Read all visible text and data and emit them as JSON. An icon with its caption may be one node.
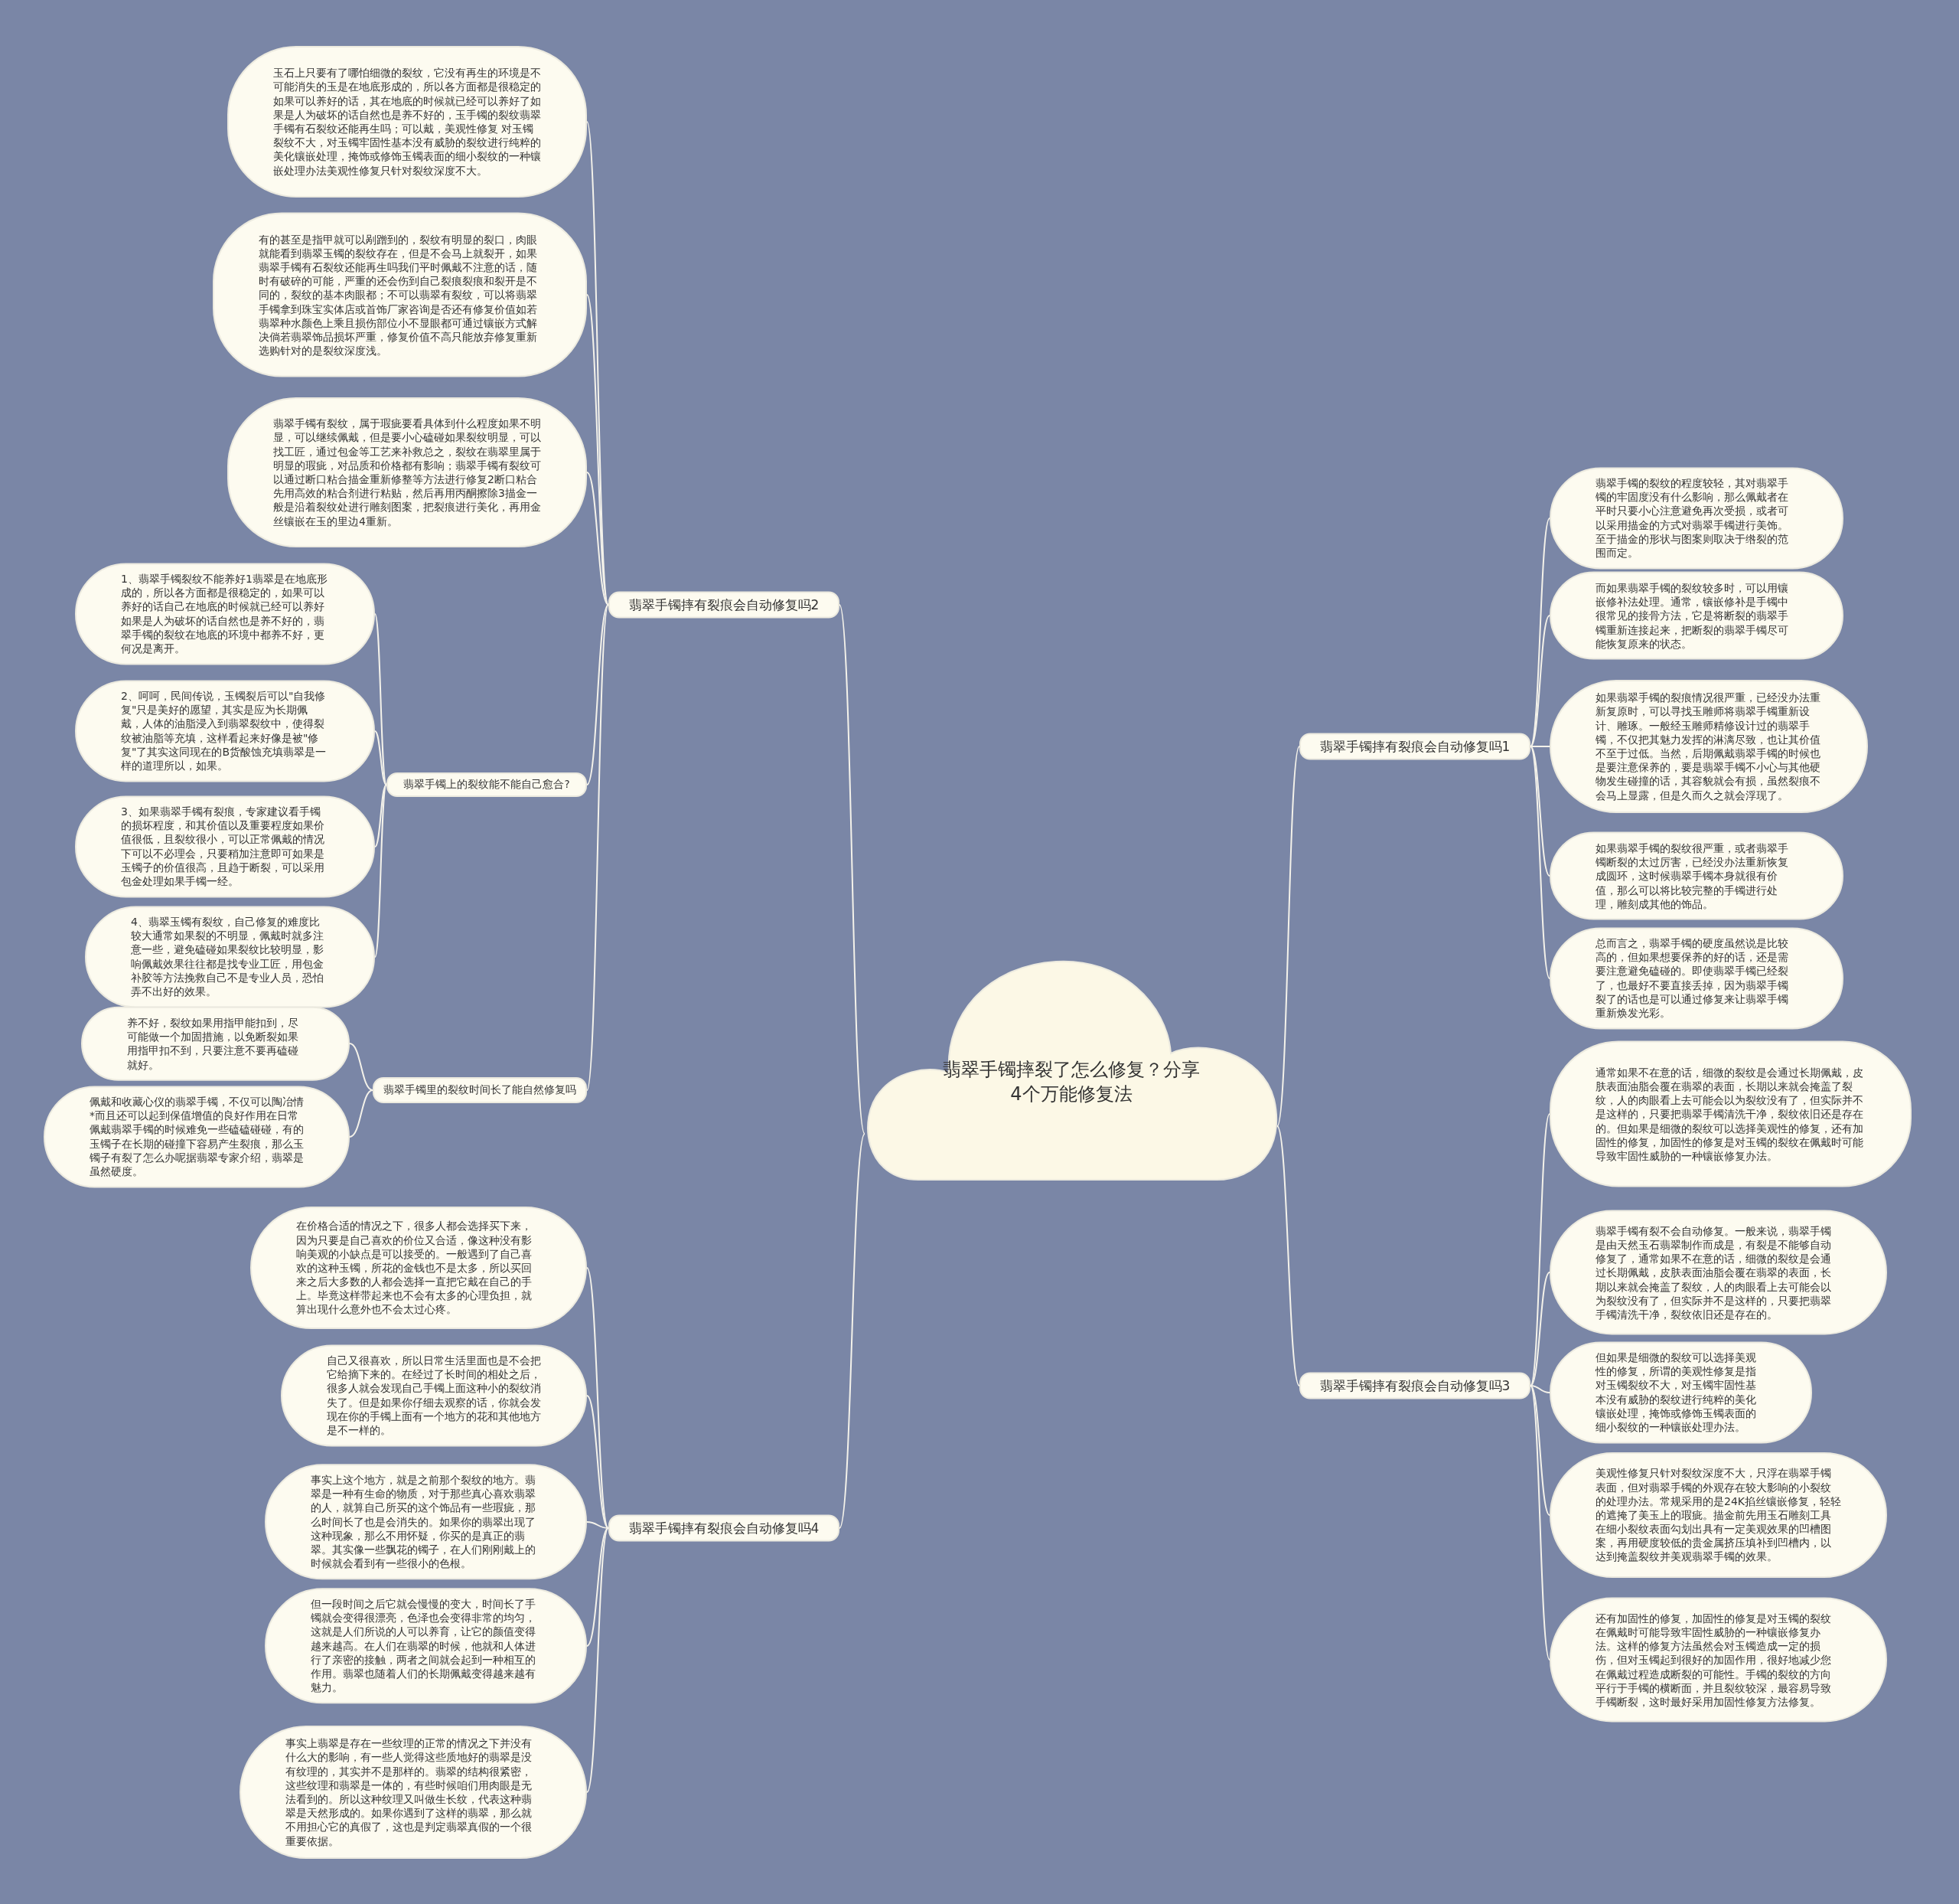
{
  "diagram": {
    "nodes": [
      {
        "text": [
          "翡翠手镯摔裂了怎么修复？分享4个万能修复法"
        ]
      },
      {
        "text": [
          "翡翠手镯摔有裂痕会自动修复吗2"
        ]
      },
      {
        "text": [
          "玉石上只要有了哪怕细微的裂纹，它没有再生的环境是不可能消失的玉是在地底形成的，所以各方面都是很稳定的如果可以养好的话，其在地底的时候就已经可以养好了如果是人为破坏的话自然也是养不好的，玉手镯的裂纹翡翠手镯有石裂纹还能再生吗；可以戴，美观性修复 对玉镯裂纹不大，对玉镯牢固性基本没有威胁的裂纹进行纯粹的美化镶嵌处理，掩饰或修饰玉镯表面的细小裂纹的一种镶嵌处理办法美观性修复只针对裂纹深度不大。"
        ]
      },
      {
        "text": [
          "有的甚至是指甲就可以剐蹭到的，裂纹有明显的裂口，肉眼就能看到翡翠玉镯的裂纹存在，但是不会马上就裂开，如果翡翠手镯有石裂纹还能再生吗我们平时佩戴不注意的话，随时有破碎的可能，严重的还会伤到自己裂痕裂痕和裂开是不同的，裂纹的基本肉眼都；不可以翡翠有裂纹，可以将翡翠手镯拿到珠宝实体店或首饰厂家咨询是否还有修复价值如若翡翠种水颜色上乘且损伤部位小不显眼都可通过镶嵌方式解决倘若翡翠饰品损坏严重，修复价值不高只能放弃修复重新选购针对的是裂纹深度浅。"
        ]
      },
      {
        "text": [
          "翡翠手镯有裂纹，属于瑕疵要看具体到什么程度如果不明显，可以继续佩戴，但是要小心磕碰如果裂纹明显，可以找工匠，通过包金等工艺来补救总之，裂纹在翡翠里属于明显的瑕疵，对品质和价格都有影响；翡翠手镯有裂纹可以通过断口粘合描金重新修整等方法进行修复2断口粘合先用高效的粘合剂进行粘贴，然后再用丙酮擦除3描金一般是沿着裂纹处进行雕刻图案，把裂痕进行美化，再用金丝镶嵌在玉的里边4重新。"
        ]
      },
      {
        "text": [
          "翡翠手镯上的裂纹能不能自己愈合?"
        ]
      },
      {
        "text": [
          "1、翡翠手镯裂纹不能养好1翡翠是在地底形成的，所以各方面都是很稳定的，如果可以养好的话自己在地底的时候就已经可以养好如果是人为破坏的话自然也是养不好的，翡翠手镯的裂纹在地底的环境中都养不好，更何况是离开。"
        ]
      },
      {
        "text": [
          "2、呵呵，民间传说，玉镯裂后可以\"自我修复\"只是美好的愿望，其实是应为长期佩戴，人体的油脂浸入到翡翠裂纹中，使得裂纹被油脂等充填，这样看起来好像是被\"修复\"了其实这同现在的B货酸蚀充填翡翠是一样的道理所以，如果。"
        ]
      },
      {
        "text": [
          "3、如果翡翠手镯有裂痕，专家建议看手镯的损坏程度，和其价值以及重要程度如果价值很低，且裂纹很小，可以正常佩戴的情况下可以不必理会，只要稍加注意即可如果是玉镯子的价值很高，且趋于断裂，可以采用包金处理如果手镯一经。"
        ]
      },
      {
        "text": [
          "4、翡翠玉镯有裂纹，自己修复的难度比较大通常如果裂的不明显，佩戴时就多注意一些，避免磕碰如果裂纹比较明显，影响佩戴效果往往都是找专业工匠，用包金补胶等方法挽救自己不是专业人员，恐怕弄不出好的效果。"
        ]
      },
      {
        "text": [
          "翡翠手镯里的裂纹时间长了能自然修复吗"
        ]
      },
      {
        "text": [
          "养不好，裂纹如果用指甲能扣到，尽可能做一个加固措施，以免断裂如果用指甲扣不到，只要注意不要再磕碰就好。"
        ]
      },
      {
        "text": [
          "佩戴和收藏心仪的翡翠手镯，不仅可以陶冶情*而且还可以起到保值增值的良好作用在日常佩戴翡翠手镯的时候难免一些磕磕碰碰，有的玉镯子在长期的碰撞下容易产生裂痕，那么玉镯子有裂了怎么办呢据翡翠专家介绍，翡翠是虽然硬度。"
        ]
      },
      {
        "text": [
          "翡翠手镯摔有裂痕会自动修复吗4"
        ]
      },
      {
        "text": [
          "在价格合适的情况之下，很多人都会选择买下来，因为只要是自己喜欢的价位又合适，像这种没有影响美观的小缺点是可以接受的。一般遇到了自己喜欢的这种玉镯，所花的金钱也不是太多，所以买回来之后大多数的人都会选择一直把它戴在自己的手上。毕竟这样带起来也不会有太多的心理负担，就算出现什么意外也不会太过心疼。"
        ]
      },
      {
        "text": [
          "自己又很喜欢，所以日常生活里面也是不会把它给摘下来的。在经过了长时间的相处之后，很多人就会发现自己手镯上面这种小的裂纹消失了。但是如果你仔细去观察的话，你就会发现在你的手镯上面有一个地方的花和其他地方是不一样的。"
        ]
      },
      {
        "text": [
          "事实上这个地方，就是之前那个裂纹的地方。翡翠是一种有生命的物质，对于那些真心喜欢翡翠的人，就算自己所买的这个饰品有一些瑕疵，那么时间长了也是会消失的。如果你的翡翠出现了这种现象，那么不用怀疑，你买的是真正的翡翠。其实像一些飘花的镯子，在人们刚刚戴上的时候就会看到有一些很小的色根。"
        ]
      },
      {
        "text": [
          "但一段时间之后它就会慢慢的变大，时间长了手镯就会变得很漂亮，色泽也会变得非常的均匀，这就是人们所说的人可以养育，让它的颜值变得越来越高。在人们在翡翠的时候，他就和人体进行了亲密的接触，两者之间就会起到一种相互的作用。翡翠也随着人们的长期佩戴变得越来越有魅力。"
        ]
      },
      {
        "text": [
          "事实上翡翠是存在一些纹理的正常的情况之下并没有什么大的影响，有一些人觉得这些质地好的翡翠是没有纹理的，其实并不是那样的。翡翠的结构很紧密，这些纹理和翡翠是一体的，有些时候咱们用肉眼是无法看到的。所以这种纹理又叫做生长纹，代表这种翡翠是天然形成的。如果你遇到了这样的翡翠，那么就不用担心它的真假了，这也是判定翡翠真假的一个很重要依据。"
        ]
      },
      {
        "text": [
          "翡翠手镯摔有裂痕会自动修复吗1"
        ]
      },
      {
        "text": [
          "翡翠手镯的裂纹的程度较轻，其对翡翠手镯的牢固度没有什么影响，那么佩戴者在平时只要小心注意避免再次受损，或者可以采用描金的方式对翡翠手镯进行美饰。至于描金的形状与图案则取决于绺裂的范围而定。"
        ]
      },
      {
        "text": [
          "而如果翡翠手镯的裂纹较多时，可以用镶嵌修补法处理。通常，镶嵌修补是手镯中很常见的接骨方法，它是将断裂的翡翠手镯重新连接起来，把断裂的翡翠手镯尽可能恢复原来的状态。"
        ]
      },
      {
        "text": [
          "如果翡翠手镯的裂痕情况很严重，已经没办法重新复原时，可以寻找玉雕师将翡翠手镯重新设计、雕琢。一般经玉雕师精修设计过的翡翠手镯，不仅把其魅力发挥的淋漓尽致，也让其价值不至于过低。当然，后期佩戴翡翠手镯的时候也是要注意保养的，要是翡翠手镯不小心与其他硬物发生碰撞的话，其容貌就会有损，虽然裂痕不会马上显露，但是久而久之就会浮现了。"
        ]
      },
      {
        "text": [
          "如果翡翠手镯的裂纹很严重，或者翡翠手镯断裂的太过厉害，已经没办法重新恢复成圆环，这时候翡翠手镯本身就很有价值，那么可以将比较完整的手镯进行处理，雕刻成其他的饰品。"
        ]
      },
      {
        "text": [
          "总而言之，翡翠手镯的硬度虽然说是比较高的，但如果想要保养的好的话，还是需要注意避免磕碰的。即使翡翠手镯已经裂了，也最好不要直接丢掉，因为翡翠手镯裂了的话也是可以通过修复来让翡翠手镯重新焕发光彩。"
        ]
      },
      {
        "text": [
          "翡翠手镯摔有裂痕会自动修复吗3"
        ]
      },
      {
        "text": [
          "通常如果不在意的话，细微的裂纹是会通过长期佩戴，皮肤表面油脂会覆在翡翠的表面，长期以来就会掩盖了裂纹，人的肉眼看上去可能会以为裂纹没有了，但实际并不是这样的，只要把翡翠手镯清洗干净，裂纹依旧还是存在的。但如果是细微的裂纹可以选择美观性的修复，还有加固性的修复，加固性的修复是对玉镯的裂纹在佩戴时可能导致牢固性威胁的一种镶嵌修复办法。"
        ]
      },
      {
        "text": [
          "翡翠手镯有裂不会自动修复。一般来说，翡翠手镯是由天然玉石翡翠制作而成是，有裂是不能够自动修复了，通常如果不在意的话，细微的裂纹是会通过长期佩戴，皮肤表面油脂会覆在翡翠的表面，长期以来就会掩盖了裂纹，人的肉眼看上去可能会以为裂纹没有了，但实际并不是这样的，只要把翡翠手镯清洗干净，裂纹依旧还是存在的。"
        ]
      },
      {
        "text": [
          "但如果是细微的裂纹可以选择美观性的修复，所谓的美观性修复是指对玉镯裂纹不大，对玉镯牢固性基本没有威胁的裂纹进行纯粹的美化镶嵌处理，掩饰或修饰玉镯表面的细小裂纹的一种镶嵌处理办法。"
        ]
      },
      {
        "text": [
          "美观性修复只针对裂纹深度不大，只浮在翡翠手镯表面，但对翡翠手镯的外观存在较大影响的小裂纹的处理办法。常规采用的是24K掐丝镶嵌修复，轻轻的遮掩了美玉上的瑕疵。描金前先用玉石雕刻工具在细小裂纹表面勾划出具有一定美观效果的凹槽图案，再用硬度较低的贵金属挤压填补到凹槽内，以达到掩盖裂纹并美观翡翠手镯的效果。"
        ]
      },
      {
        "text": [
          "还有加固性的修复，加固性的修复是对玉镯的裂纹在佩戴时可能导致牢固性威胁的一种镶嵌修复办法。这样的修复方法虽然会对玉镯造成一定的损伤，但对玉镯起到很好的加固作用，很好地减少您在佩戴过程造成断裂的可能性。手镯的裂纹的方向平行于手镯的横断面，并且裂纹较深，最容易导致手镯断裂，这时最好采用加固性修复方法修复。"
        ]
      }
    ],
    "edges": [
      {
        "from": 0,
        "to": 1,
        "arrow": "none"
      },
      {
        "from": 1,
        "to": 2,
        "arrow": "none"
      },
      {
        "from": 1,
        "to": 3,
        "arrow": "none"
      },
      {
        "from": 1,
        "to": 4,
        "arrow": "none"
      },
      {
        "from": 1,
        "to": 5,
        "arrow": "none"
      },
      {
        "from": 5,
        "to": 6,
        "arrow": "none"
      },
      {
        "from": 5,
        "to": 7,
        "arrow": "none"
      },
      {
        "from": 5,
        "to": 8,
        "arrow": "none"
      },
      {
        "from": 5,
        "to": 9,
        "arrow": "none"
      },
      {
        "from": 1,
        "to": 10,
        "arrow": "none"
      },
      {
        "from": 10,
        "to": 11,
        "arrow": "none"
      },
      {
        "from": 10,
        "to": 12,
        "arrow": "none"
      },
      {
        "from": 0,
        "to": 13,
        "arrow": "none"
      },
      {
        "from": 13,
        "to": 14,
        "arrow": "none"
      },
      {
        "from": 13,
        "to": 15,
        "arrow": "none"
      },
      {
        "from": 13,
        "to": 16,
        "arrow": "none"
      },
      {
        "from": 13,
        "to": 17,
        "arrow": "none"
      },
      {
        "from": 13,
        "to": 18,
        "arrow": "none"
      },
      {
        "from": 0,
        "to": 19,
        "arrow": "none"
      },
      {
        "from": 19,
        "to": 20,
        "arrow": "none"
      },
      {
        "from": 19,
        "to": 21,
        "arrow": "none"
      },
      {
        "from": 19,
        "to": 22,
        "arrow": "none"
      },
      {
        "from": 19,
        "to": 23,
        "arrow": "none"
      },
      {
        "from": 19,
        "to": 24,
        "arrow": "none"
      },
      {
        "from": 0,
        "to": 25,
        "arrow": "none"
      },
      {
        "from": 25,
        "to": 26,
        "arrow": "none"
      },
      {
        "from": 25,
        "to": 27,
        "arrow": "none"
      },
      {
        "from": 25,
        "to": 28,
        "arrow": "none"
      },
      {
        "from": 25,
        "to": 29,
        "arrow": "none"
      },
      {
        "from": 25,
        "to": 30,
        "arrow": "none"
      }
    ]
  }
}
